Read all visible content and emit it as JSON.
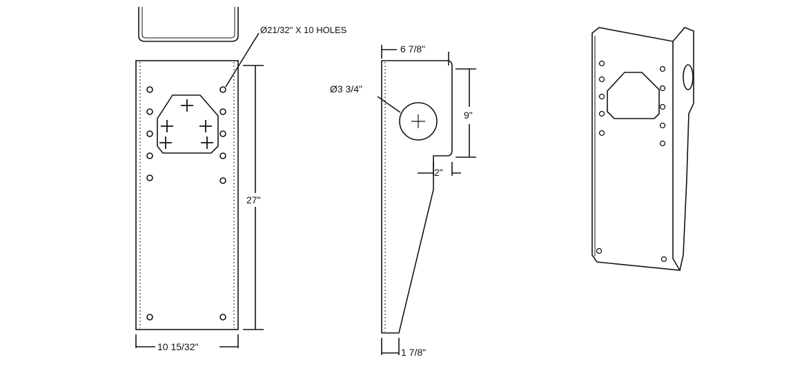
{
  "front_view": {
    "hole_callout": "Ø21/32\" X 10 HOLES",
    "height_dim": "27\"",
    "width_dim": "10 15/32\""
  },
  "side_view": {
    "top_width_dim": "6 7/8\"",
    "hole_dim": "Ø3 3/4\"",
    "height_dim": "9\"",
    "step_dim": "2\"",
    "bottom_width_dim": "1 7/8\""
  }
}
